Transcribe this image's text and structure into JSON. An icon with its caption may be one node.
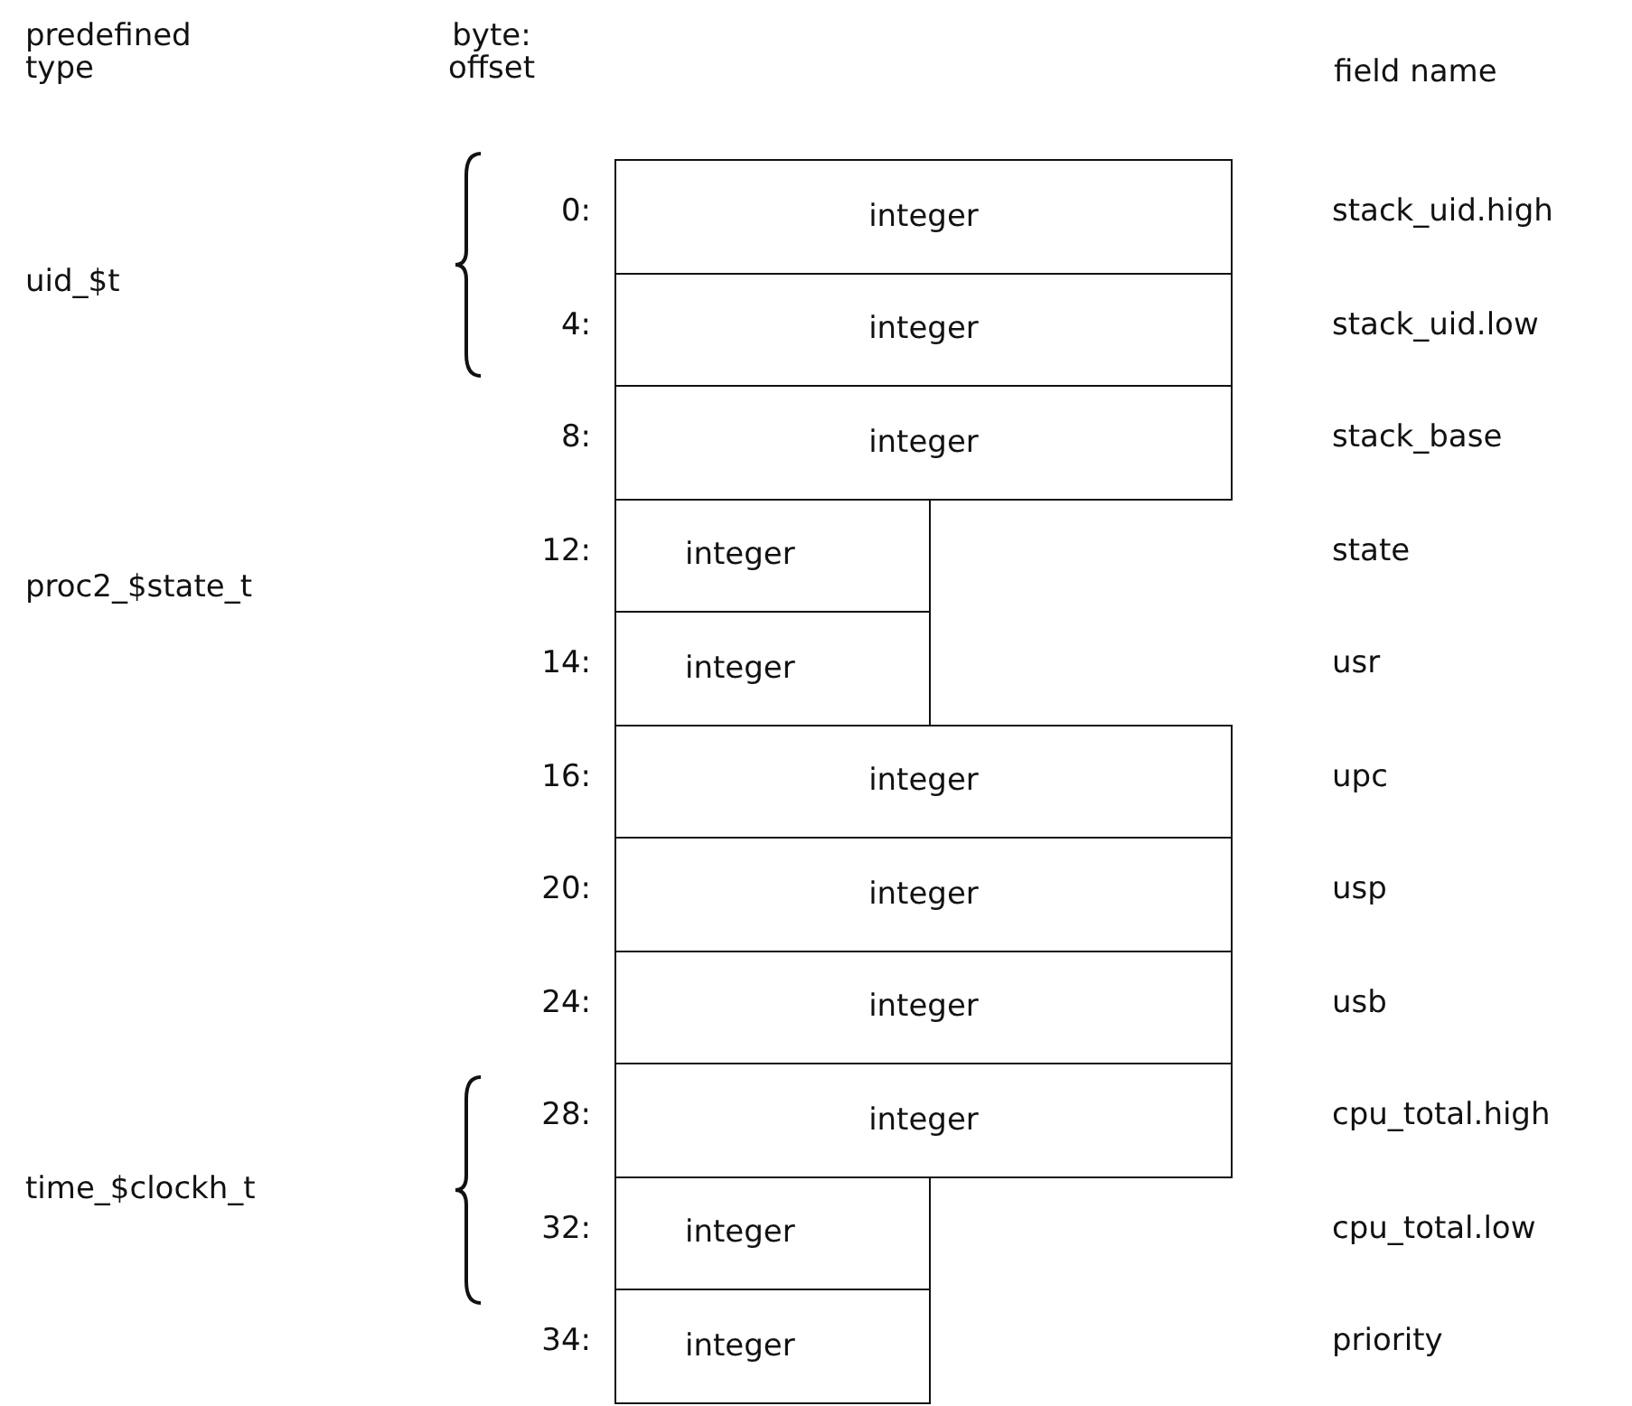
{
  "diagram": {
    "nodes": [
      {
        "text": [
          "integer"
        ],
        "beside": [
          "0:"
        ]
      },
      {
        "text": [
          "integer"
        ],
        "beside": [
          "4:"
        ]
      },
      {
        "text": [
          "integer"
        ],
        "beside": [
          "8:"
        ]
      },
      {
        "text": [
          "integer"
        ],
        "beside": [
          "12:"
        ]
      },
      {
        "text": [
          "integer"
        ],
        "beside": [
          "14:"
        ]
      },
      {
        "text": [
          "integer"
        ],
        "beside": [
          "16:"
        ]
      },
      {
        "text": [
          "integer"
        ],
        "beside": [
          "20:"
        ]
      },
      {
        "text": [
          "integer"
        ],
        "beside": [
          "24:"
        ]
      },
      {
        "text": [
          "integer"
        ],
        "beside": [
          "28:"
        ]
      },
      {
        "text": [
          "integer"
        ],
        "beside": [
          "32:"
        ]
      },
      {
        "text": [
          "integer"
        ],
        "beside": [
          "34:"
        ]
      }
    ],
    "labels": [
      "predefined type",
      "byte: offset",
      "field name",
      "stack_uid.high",
      "uid_$t",
      "stack_uid.low",
      "stack_base",
      "state",
      "proc2_$state_t",
      "usr",
      "upc",
      "usp",
      "usb",
      "cpu_total.high",
      "time_$clockh_t",
      "cpu_total.low",
      "priority"
    ]
  }
}
